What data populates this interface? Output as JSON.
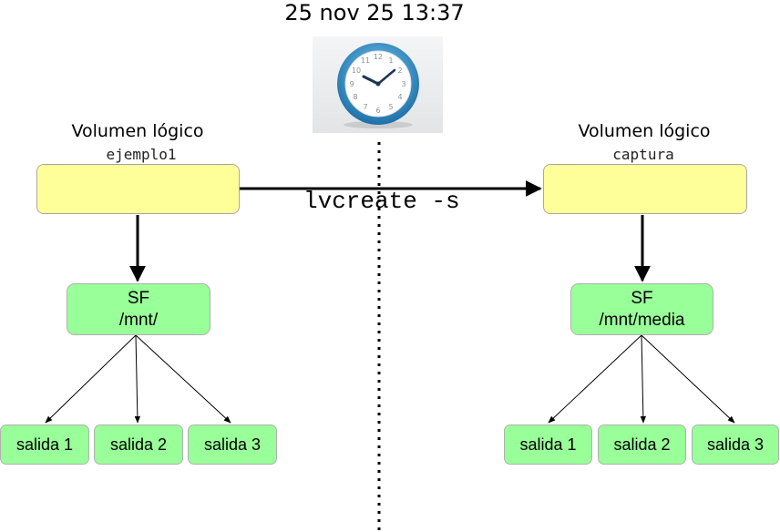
{
  "timestamp": "25 nov 25 13:37",
  "clock": {
    "icon": "clock-icon"
  },
  "left_volume": {
    "title": "Volumen lógico",
    "name": "ejemplo1",
    "fs_line1": "SF",
    "fs_line2": "/mnt/",
    "outputs": [
      "salida 1",
      "salida 2",
      "salida 3"
    ]
  },
  "right_volume": {
    "title": "Volumen lógico",
    "name": "captura",
    "fs_line1": "SF",
    "fs_line2": "/mnt/media",
    "outputs": [
      "salida 1",
      "salida 2",
      "salida 3"
    ]
  },
  "command": "lvcreate -s",
  "colors": {
    "volume_fill": "#ffff99",
    "filesystem_fill": "#99ff99",
    "arrow": "#000000",
    "clock_ring": "#2a8fc8"
  }
}
